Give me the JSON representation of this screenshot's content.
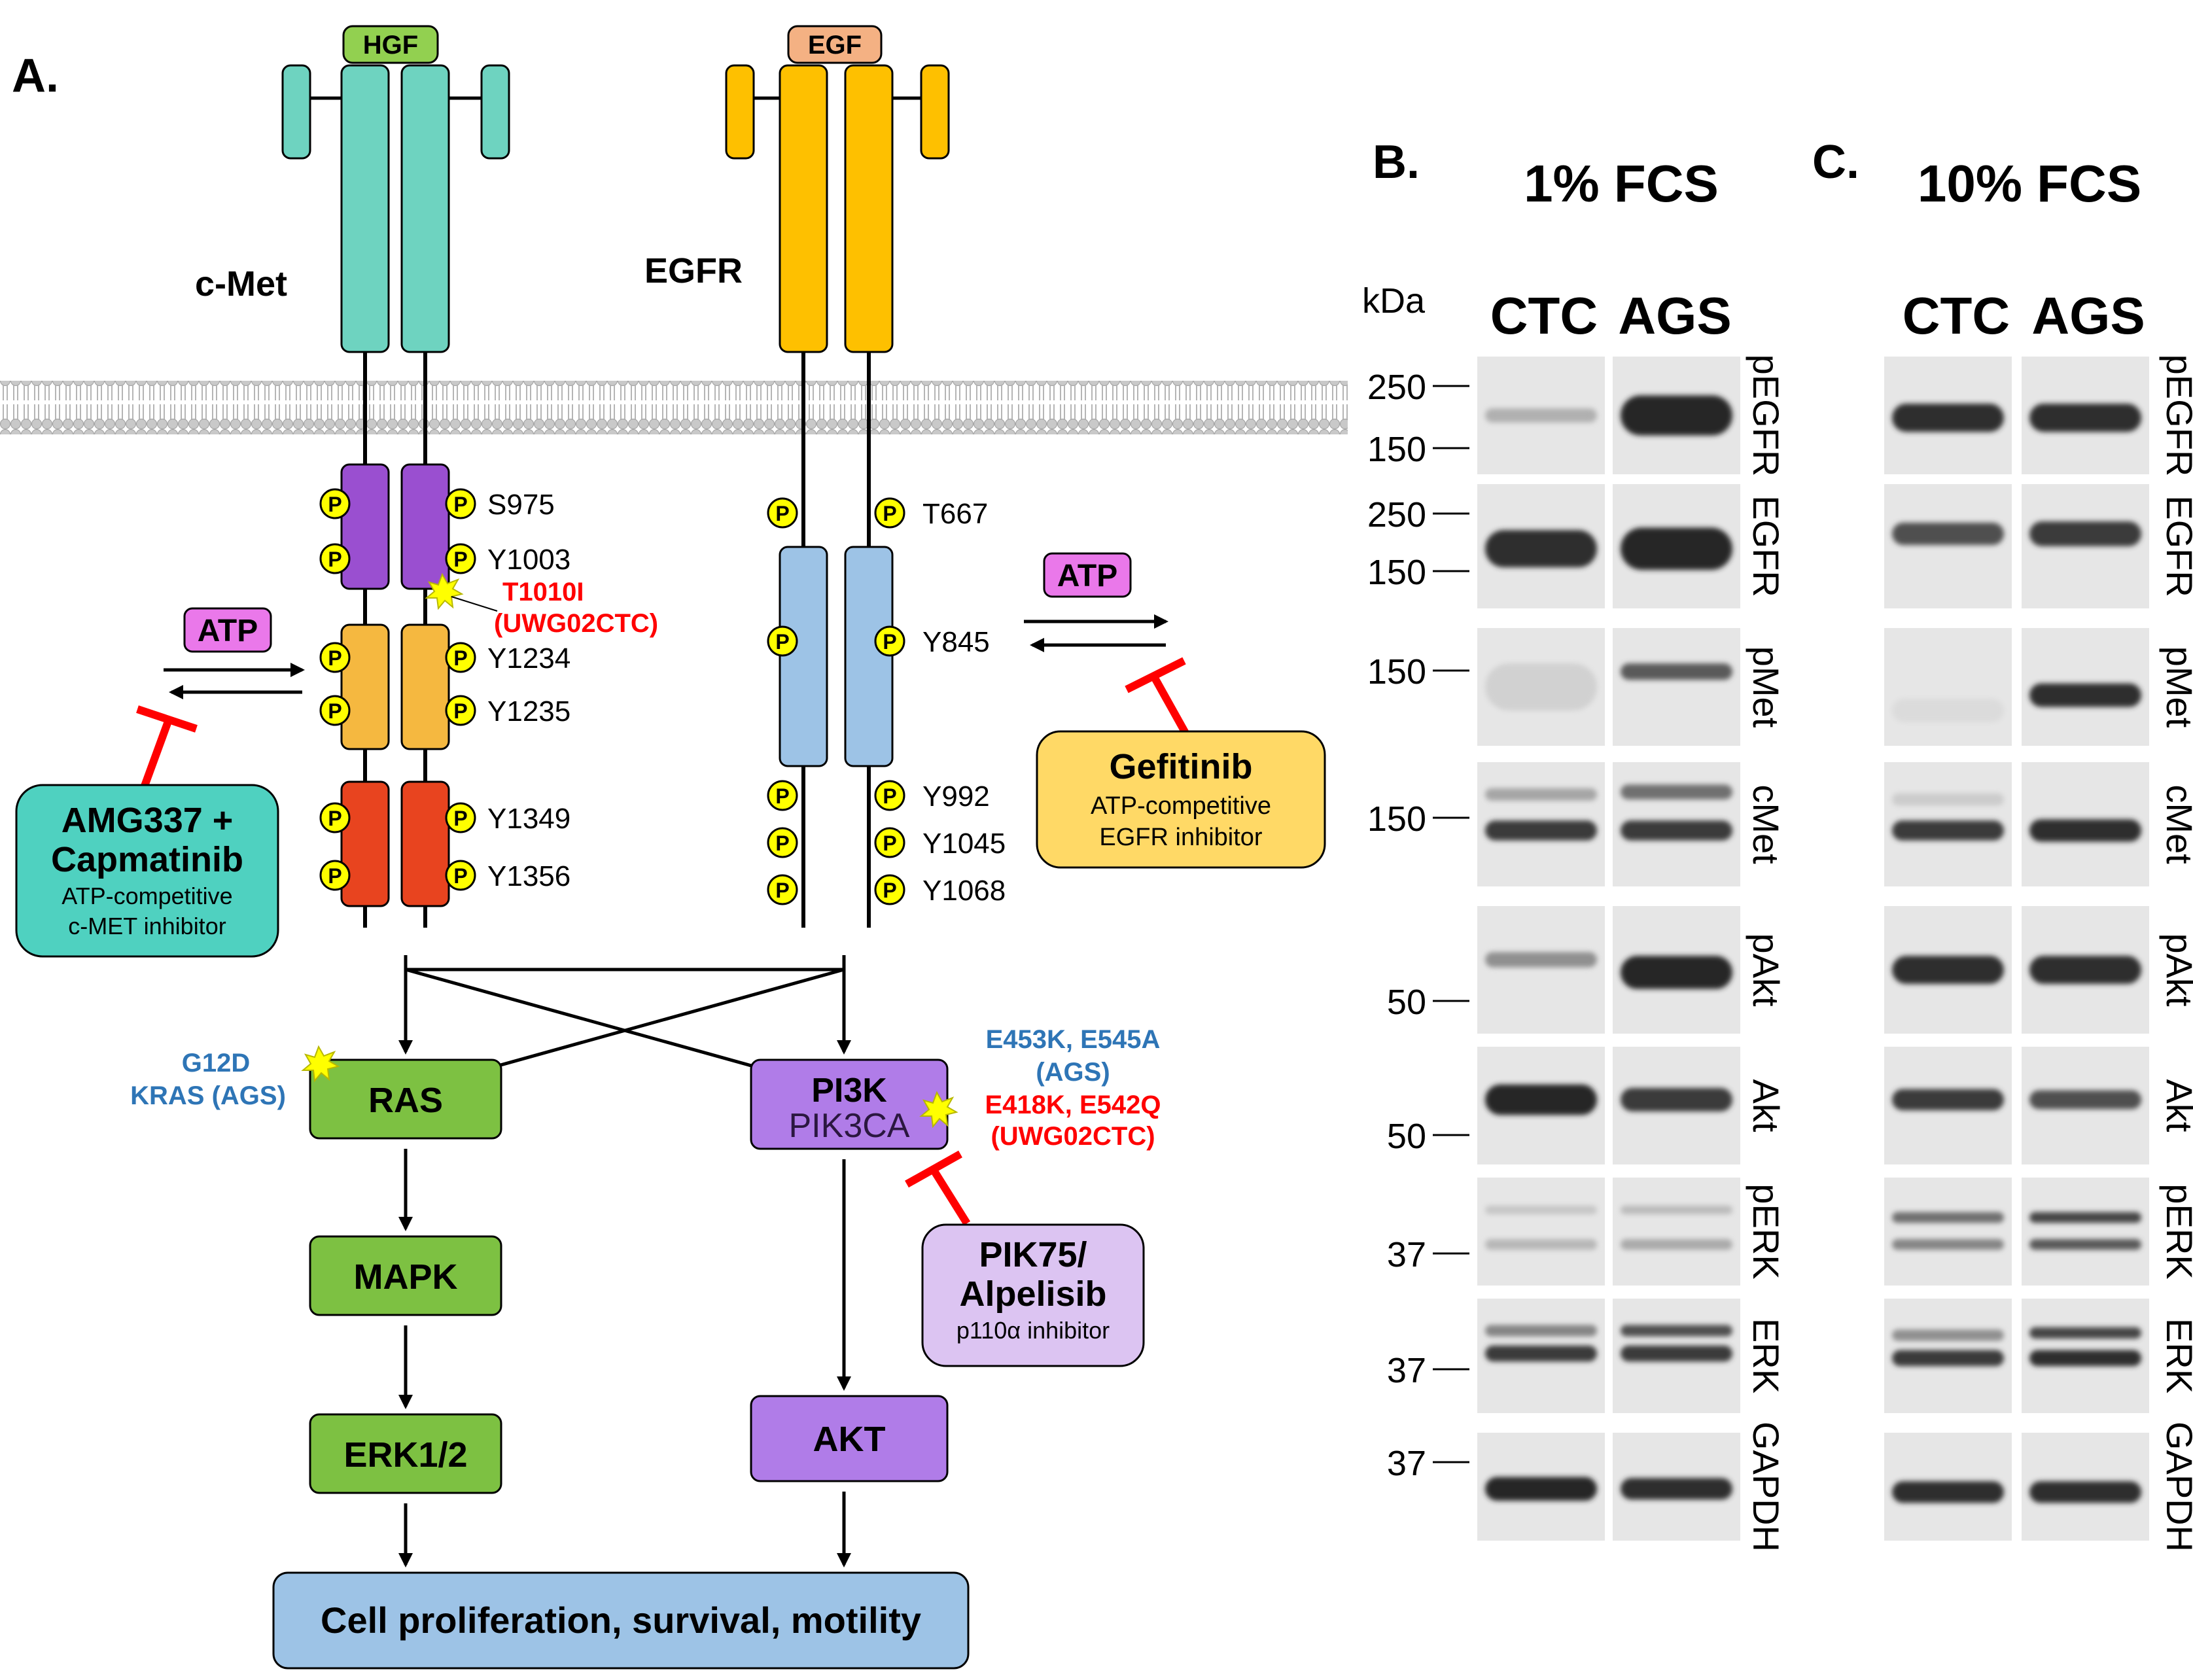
{
  "panel_a": {
    "label": "A.",
    "ligands": {
      "hgf": "HGF",
      "egf": "EGF"
    },
    "receptors": {
      "cmet": "c-Met",
      "egfr": "EGFR"
    },
    "phospho": "P",
    "cmet_sites": [
      "S975",
      "Y1003",
      "Y1234",
      "Y1235",
      "Y1349",
      "Y1356"
    ],
    "egfr_sites": [
      "T667",
      "Y845",
      "Y992",
      "Y1045",
      "Y1068"
    ],
    "cmet_mutation": {
      "line1": "T1010I",
      "line2": "(UWG02CTC)"
    },
    "atp": "ATP",
    "inhibitors": {
      "met": {
        "line1": "AMG337 +",
        "line2": "Capmatinib",
        "desc1": "ATP-competitive",
        "desc2": "c-MET inhibitor"
      },
      "egfr": {
        "line1": "Gefitinib",
        "desc1": "ATP-competitive",
        "desc2": "EGFR inhibitor"
      },
      "pi3k": {
        "line1": "PIK75/",
        "line2": "Alpelisib",
        "desc1": "p110α inhibitor"
      }
    },
    "kras_mutation": {
      "line1": "G12D",
      "line2": "KRAS (AGS)"
    },
    "pik3ca_mutation": {
      "blue1": "E453K, E545A",
      "blue2": "(AGS)",
      "red1": "E418K, E542Q",
      "red2": "(UWG02CTC)"
    },
    "nodes": {
      "ras": "RAS",
      "mapk": "MAPK",
      "erk": "ERK1/2",
      "pi3k": "PI3K",
      "pik3ca": "PIK3CA",
      "akt": "AKT",
      "output": "Cell proliferation, survival, motility"
    },
    "colors": {
      "cmet": "#6ed3c0",
      "egfr": "#fec000",
      "jm_cmet": "#9a4fd0",
      "kinase_cmet": "#f5b840",
      "ctail_cmet": "#e8441f",
      "kinase_egfr": "#9dc3e6",
      "phospho": "#ffff00",
      "green": "#7dc142",
      "purple": "#b07ce8",
      "lavender": "#dcc4f2",
      "output": "#9dc3e6",
      "inhib_red": "#ff0000",
      "mut_red": "#ff0000",
      "mut_blue": "#2e75b6"
    }
  },
  "panel_b": {
    "label": "B.",
    "condition": "1% FCS"
  },
  "panel_c": {
    "label": "C.",
    "condition": "10% FCS"
  },
  "blots": {
    "kda_label": "kDa",
    "lanes": [
      "CTC",
      "AGS"
    ],
    "markers": [
      "250",
      "150",
      "250",
      "150",
      "150",
      "150",
      "50",
      "50",
      "37",
      "37",
      "37"
    ],
    "proteins": [
      "pEGFR",
      "EGFR",
      "pMet",
      "cMet",
      "pAkt",
      "Akt",
      "pERK",
      "ERK",
      "GAPDH"
    ]
  }
}
